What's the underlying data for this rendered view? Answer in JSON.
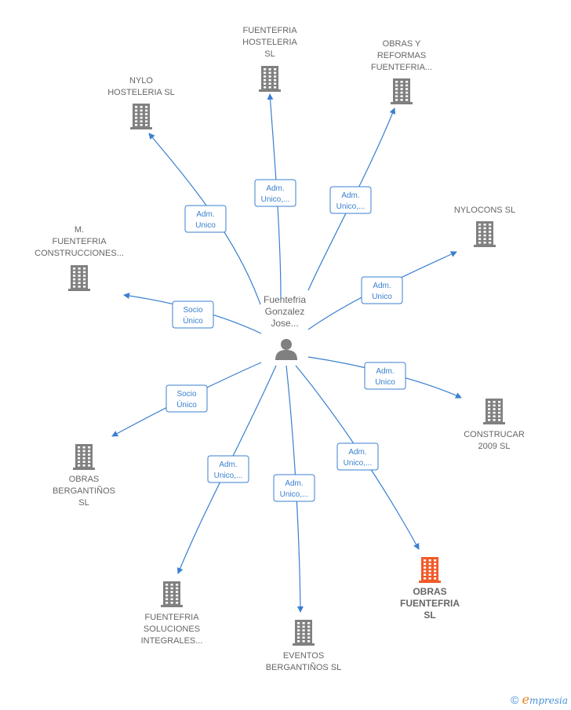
{
  "center": {
    "name": [
      "Fuentefria",
      "Gonzalez",
      "Jose..."
    ]
  },
  "colors": {
    "edge": "#3a7fd0",
    "company": "#808080",
    "highlight": "#f05a28",
    "person": "#808080"
  },
  "nodes": [
    {
      "id": "fuentefria-hosteleria",
      "label": [
        "FUENTEFRIA",
        "HOSTELERIA",
        "SL"
      ],
      "highlight": false
    },
    {
      "id": "obras-y-reformas",
      "label": [
        "OBRAS Y",
        "REFORMAS",
        "FUENTEFRIA..."
      ],
      "highlight": false
    },
    {
      "id": "nylo-hosteleria",
      "label": [
        "NYLO",
        "HOSTELERIA SL"
      ],
      "highlight": false
    },
    {
      "id": "nylocons",
      "label": [
        "NYLOCONS SL"
      ],
      "highlight": false
    },
    {
      "id": "m-fuentefria",
      "label": [
        "M.",
        "FUENTEFRIA",
        "CONSTRUCCIONES..."
      ],
      "highlight": false
    },
    {
      "id": "construcar",
      "label": [
        "CONSTRUCAR",
        "2009 SL"
      ],
      "highlight": false
    },
    {
      "id": "obras-bergantinos",
      "label": [
        "OBRAS",
        "BERGANTIÑOS",
        "SL"
      ],
      "highlight": false
    },
    {
      "id": "obras-fuentefria",
      "label": [
        "OBRAS",
        "FUENTEFRIA",
        "SL"
      ],
      "highlight": true
    },
    {
      "id": "fuentefria-soluciones",
      "label": [
        "FUENTEFRIA",
        "SOLUCIONES",
        "INTEGRALES..."
      ],
      "highlight": false
    },
    {
      "id": "eventos-bergantinos",
      "label": [
        "EVENTOS",
        "BERGANTIÑOS SL"
      ],
      "highlight": false
    }
  ],
  "edges": [
    {
      "to": "fuentefria-hosteleria",
      "label": [
        "Adm.",
        "Unico,..."
      ]
    },
    {
      "to": "obras-y-reformas",
      "label": [
        "Adm.",
        "Unico,..."
      ]
    },
    {
      "to": "nylo-hosteleria",
      "label": [
        "Adm.",
        "Unico"
      ]
    },
    {
      "to": "nylocons",
      "label": [
        "Adm.",
        "Unico"
      ]
    },
    {
      "to": "m-fuentefria",
      "label": [
        "Socio",
        "Único"
      ]
    },
    {
      "to": "construcar",
      "label": [
        "Adm.",
        "Unico"
      ]
    },
    {
      "to": "obras-bergantinos",
      "label": [
        "Socio",
        "Único"
      ]
    },
    {
      "to": "obras-fuentefria",
      "label": [
        "Adm.",
        "Unico,..."
      ]
    },
    {
      "to": "fuentefria-soluciones",
      "label": [
        "Adm.",
        "Unico,..."
      ]
    },
    {
      "to": "eventos-bergantinos",
      "label": [
        "Adm.",
        "Unico,..."
      ]
    }
  ],
  "brand": {
    "copyright": "©",
    "e": "e",
    "rest": "mpresia"
  }
}
